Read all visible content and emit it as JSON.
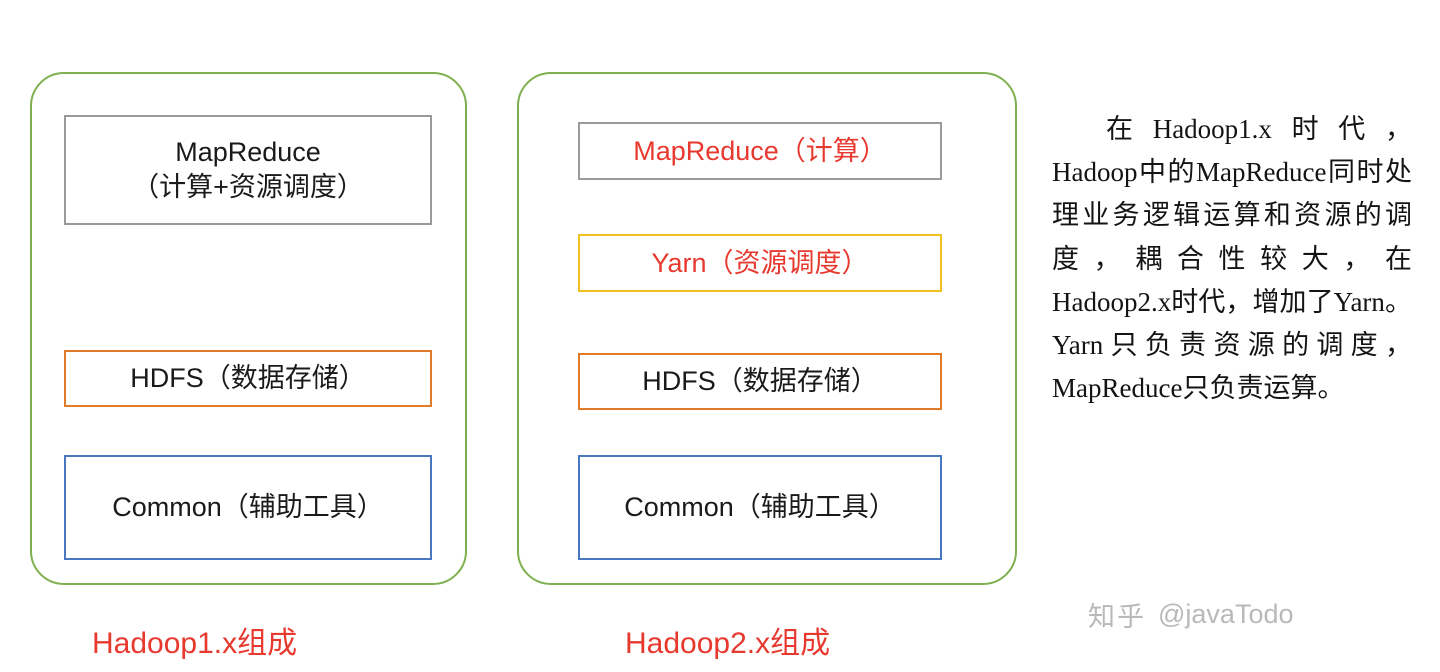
{
  "diagram": {
    "type": "block-diagram",
    "title_left": "Hadoop1.x组成",
    "title_right": "Hadoop2.x组成",
    "panels": [
      {
        "name": "hadoop1",
        "caption": "Hadoop1.x组成",
        "border_color": "#7fb04f",
        "layers": [
          {
            "name": "mapreduce",
            "line1": "MapReduce",
            "line2": "（计算+资源调度）",
            "border_color": "#9a9a9a",
            "text_color": "#1a1a1a"
          },
          {
            "name": "hdfs",
            "line1": "HDFS（数据存储）",
            "line2": "",
            "border_color": "#e07b29",
            "text_color": "#1a1a1a"
          },
          {
            "name": "common",
            "line1": "Common（辅助工具）",
            "line2": "",
            "border_color": "#4a78c0",
            "text_color": "#1a1a1a"
          }
        ]
      },
      {
        "name": "hadoop2",
        "caption": "Hadoop2.x组成",
        "border_color": "#7fb04f",
        "layers": [
          {
            "name": "mapreduce",
            "line1": "MapReduce（计算）",
            "line2": "",
            "border_color": "#9a9a9a",
            "text_color": "#e8392f"
          },
          {
            "name": "yarn",
            "line1": "Yarn（资源调度）",
            "line2": "",
            "border_color": "#f0c020",
            "text_color": "#e8392f"
          },
          {
            "name": "hdfs",
            "line1": "HDFS（数据存储）",
            "line2": "",
            "border_color": "#e07b29",
            "text_color": "#1a1a1a"
          },
          {
            "name": "common",
            "line1": "Common（辅助工具）",
            "line2": "",
            "border_color": "#4a78c0",
            "text_color": "#1a1a1a"
          }
        ]
      }
    ]
  },
  "explanation": {
    "text": "在Hadoop1.x时代，Hadoop中的MapReduce同时处理业务逻辑运算和资源的调度，耦合性较大，在Hadoop2.x时代，增加了Yarn。 Yarn只负责资源的调度，MapReduce只负责运算。"
  },
  "watermark": {
    "logo_text": "知乎",
    "handle": "@javaTodo",
    "color": "#b9b9b9"
  }
}
